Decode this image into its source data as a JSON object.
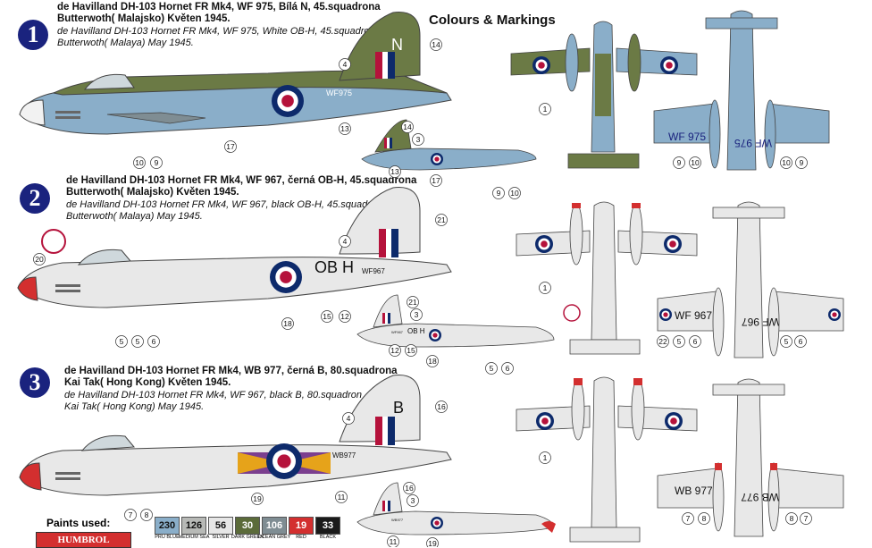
{
  "heading": "Colours & Markings",
  "schemes": [
    {
      "number": "1",
      "line1": "de Havilland DH-103 Hornet FR Mk4, WF 975, Bílá N, 45.squadrona",
      "line2": "Butterwoth( Malajsko) Květen 1945.",
      "line3": "de Havilland DH-103 Hornet FR Mk4, WF 975, White OB-H, 45.squadron",
      "line4": "Butterwoth( Malaya) May 1945."
    },
    {
      "number": "2",
      "line1": "de Havilland DH-103 Hornet FR Mk4, WF 967, černá OB-H, 45.squadrona",
      "line2": "Butterwoth( Malajsko) Květen 1945.",
      "line3": "de Havilland DH-103 Hornet FR Mk4, WF 967, black OB-H, 45.squadron",
      "line4": "Butterwoth( Malaya) May 1945."
    },
    {
      "number": "3",
      "line1": "de Havilland DH-103 Hornet FR Mk4, WB 977, černá B, 80.squadrona",
      "line2": "Kai Tak( Hong Kong) Květen 1945.",
      "line3": "de Havilland DH-103 Hornet FR Mk4, WF 967, black B, 80.squadron",
      "line4": "Kai Tak( Hong Kong) May 1945."
    }
  ],
  "markings": {
    "s1_tail_letter": "N",
    "s1_serial": "WF975",
    "s1_under_left": "WF 975",
    "s1_under_right": "WF 975",
    "s2_code": "OB H",
    "s2_serial": "WF967",
    "s2_small_code": "OB H",
    "s2_small_serial": "WF967",
    "s2_under_left": "WF 967",
    "s2_under_right": "WF 967",
    "s3_tail_letter": "B",
    "s3_serial": "WB977",
    "s3_small_serial": "WB977",
    "s3_under_left": "WB 977",
    "s3_under_right": "WB 977"
  },
  "callouts": {
    "s1": [
      "14",
      "4",
      "13",
      "17",
      "10",
      "9",
      "14",
      "3",
      "13",
      "17",
      "9",
      "10",
      "1",
      "9",
      "10",
      "10",
      "9"
    ],
    "s2": [
      "21",
      "4",
      "20",
      "12",
      "18",
      "15",
      "5",
      "5",
      "6",
      "21",
      "3",
      "12",
      "15",
      "18",
      "5",
      "6",
      "1",
      "22",
      "5",
      "6",
      "5",
      "6"
    ],
    "s3": [
      "16",
      "4",
      "11",
      "19",
      "7",
      "8",
      "16",
      "3",
      "11",
      "19",
      "1",
      "7",
      "8",
      "8",
      "7"
    ]
  },
  "paints": {
    "label": "Paints used:",
    "brand": "HUMBROL",
    "items": [
      {
        "code": "230",
        "name": "PRU BLUE",
        "color": "#8aaec9",
        "text": "#111"
      },
      {
        "code": "126",
        "name": "MEDIUM SEA",
        "color": "#b7b9b6",
        "text": "#111"
      },
      {
        "code": "56",
        "name": "SILVER",
        "color": "#e6e6e6",
        "text": "#111"
      },
      {
        "code": "30",
        "name": "DARK GREEN",
        "color": "#5b6b3a",
        "text": "#fff"
      },
      {
        "code": "106",
        "name": "OCEAN GREY",
        "color": "#7f8d93",
        "text": "#fff"
      },
      {
        "code": "19",
        "name": "RED",
        "color": "#d32f2f",
        "text": "#fff"
      },
      {
        "code": "33",
        "name": "BLACK",
        "color": "#1a1a1a",
        "text": "#fff"
      }
    ]
  },
  "colors": {
    "navy": "#1a237e",
    "roundel_red": "#b5123b",
    "roundel_blue": "#0d2a6b",
    "pru_blue": "#8aaec9",
    "dark_green": "#6b7a45",
    "silver": "#e3e3e3"
  }
}
